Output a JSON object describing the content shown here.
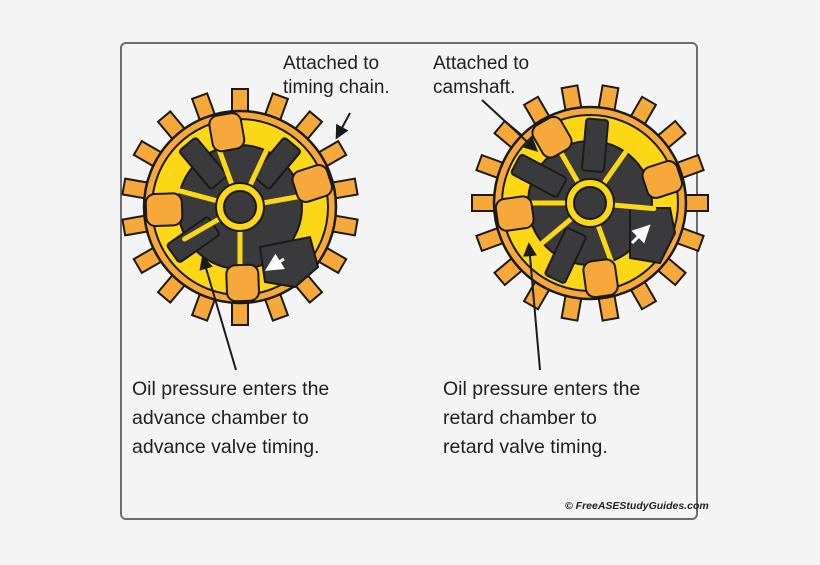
{
  "left_panel": {
    "top_label": "Attached to\ntiming chain.",
    "caption": "Oil pressure enters the\nadvance chamber to\nadvance valve timing.",
    "flow_arrow_direction": "counter-clockwise"
  },
  "right_panel": {
    "top_label": "Attached to\ncamshaft.",
    "caption": "Oil pressure enters the\nretard chamber to\nretard valve timing.",
    "flow_arrow_direction": "clockwise"
  },
  "copyright": "© FreeASEStudyGuides.com",
  "colors": {
    "background": "#f4f4f4",
    "frame_border": "#6d6d6d",
    "gear_orange": "#f7a83a",
    "rotor_yellow": "#fbd716",
    "vane_dark": "#3a3a3c",
    "outline": "#1a1a1a",
    "text": "#1f1f1f"
  }
}
